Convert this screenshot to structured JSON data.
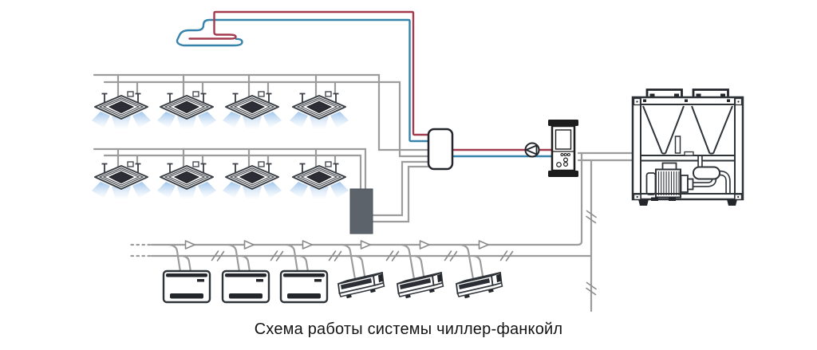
{
  "caption": "Схема работы системы чиллер-фанкойл",
  "colors": {
    "supply_red": "#a23b4e",
    "return_blue": "#3783ab",
    "pipe_gray": "#9c9c9c",
    "outline_dark": "#2e3338",
    "panel_dark": "#1c1c1c",
    "tank_gray": "#5c636b",
    "air_blue": "#8fbce8",
    "background": "#ffffff",
    "caption_text": "#141414"
  },
  "diagram": {
    "cassette_row_top_count": 4,
    "cassette_row_bottom_count": 4,
    "console_unit_count": 3,
    "ducted_unit_count": 3,
    "flow_arrow_count": 6,
    "pipe_break_count": 6,
    "components": [
      "cooling-coil",
      "ceiling-cassette-fancoils",
      "buffer-tank",
      "hydraulic-separator",
      "circulation-pump",
      "control-module",
      "air-cooled-chiller",
      "console-fancoils",
      "ducted-fancoils"
    ]
  }
}
